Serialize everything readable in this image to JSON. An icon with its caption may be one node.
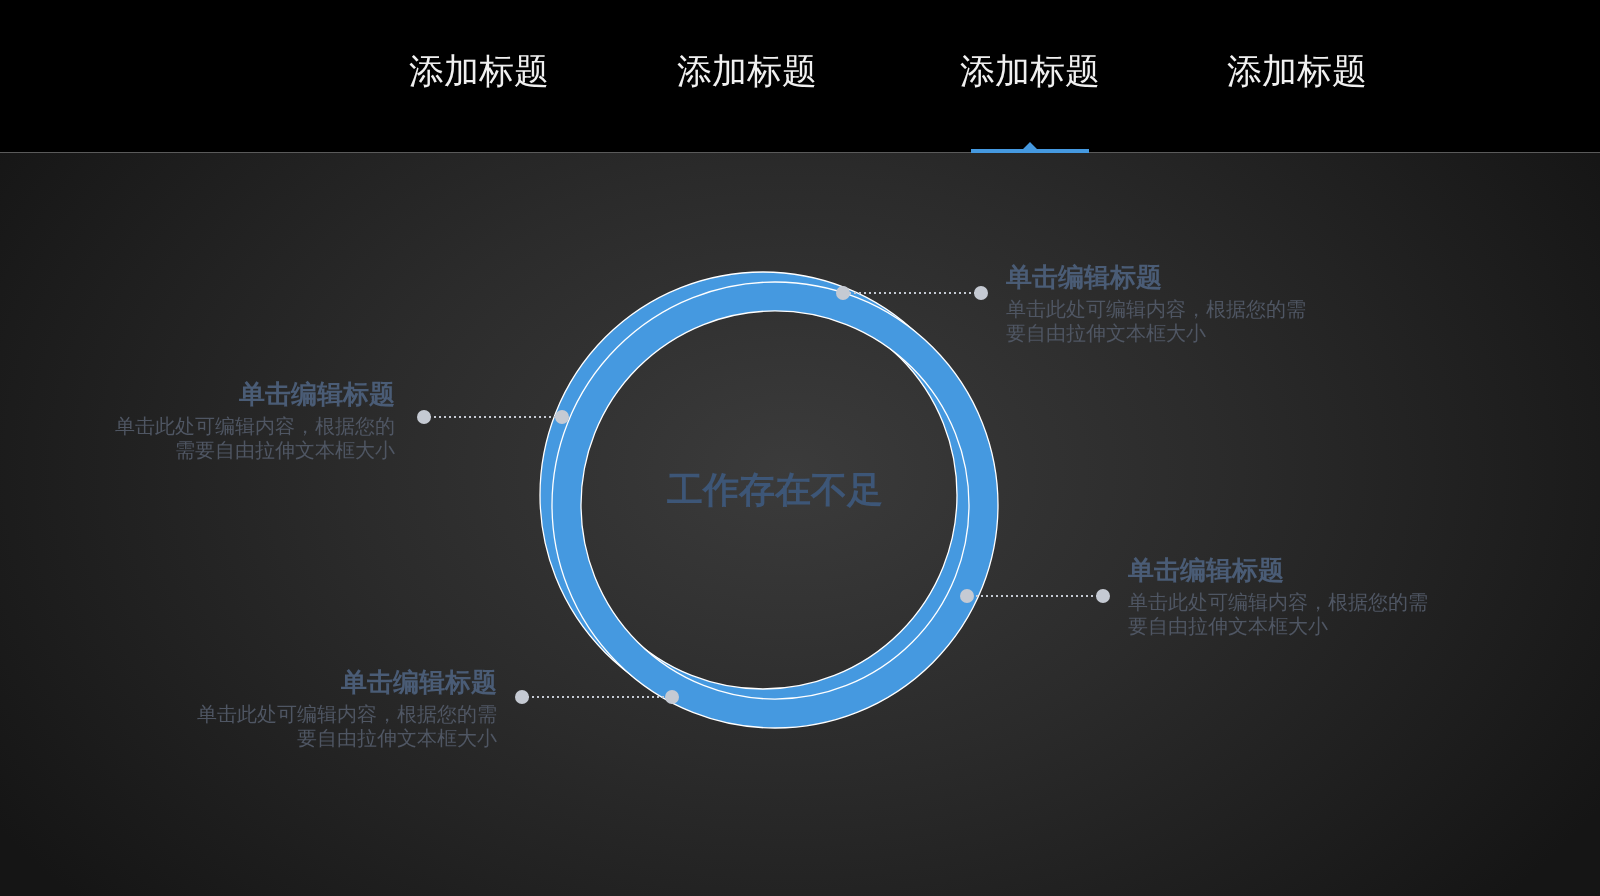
{
  "diagram": {
    "nodes": [
      {
        "text": [
          "工作存在不足"
        ]
      },
      {
        "text": [
          "单击编辑标题",
          "单击此处可编辑内容，根据您的需要自由拉伸文本框大小"
        ]
      },
      {
        "text": [
          "单击编辑标题",
          "单击此处可编辑内容，根据您的需要自由拉伸文本框大小"
        ]
      },
      {
        "text": [
          "单击编辑标题",
          "单击此处可编辑内容，根据您的需要自由拉伸文本框大小"
        ]
      },
      {
        "text": [
          "单击编辑标题",
          "单击此处可编辑内容，根据您的需要自由拉伸文本框大小"
        ]
      }
    ],
    "edges": [
      {
        "from": 1,
        "to": 0,
        "arrow": "other",
        "style": "dashed"
      },
      {
        "from": 2,
        "to": 0,
        "arrow": "other",
        "style": "dashed"
      },
      {
        "from": 3,
        "to": 0,
        "arrow": "other",
        "style": "dashed"
      },
      {
        "from": 4,
        "to": 0,
        "arrow": "other",
        "style": "dashed"
      }
    ],
    "labels": [
      "添加标题",
      "添加标题",
      "添加标题",
      "添加标题"
    ]
  }
}
